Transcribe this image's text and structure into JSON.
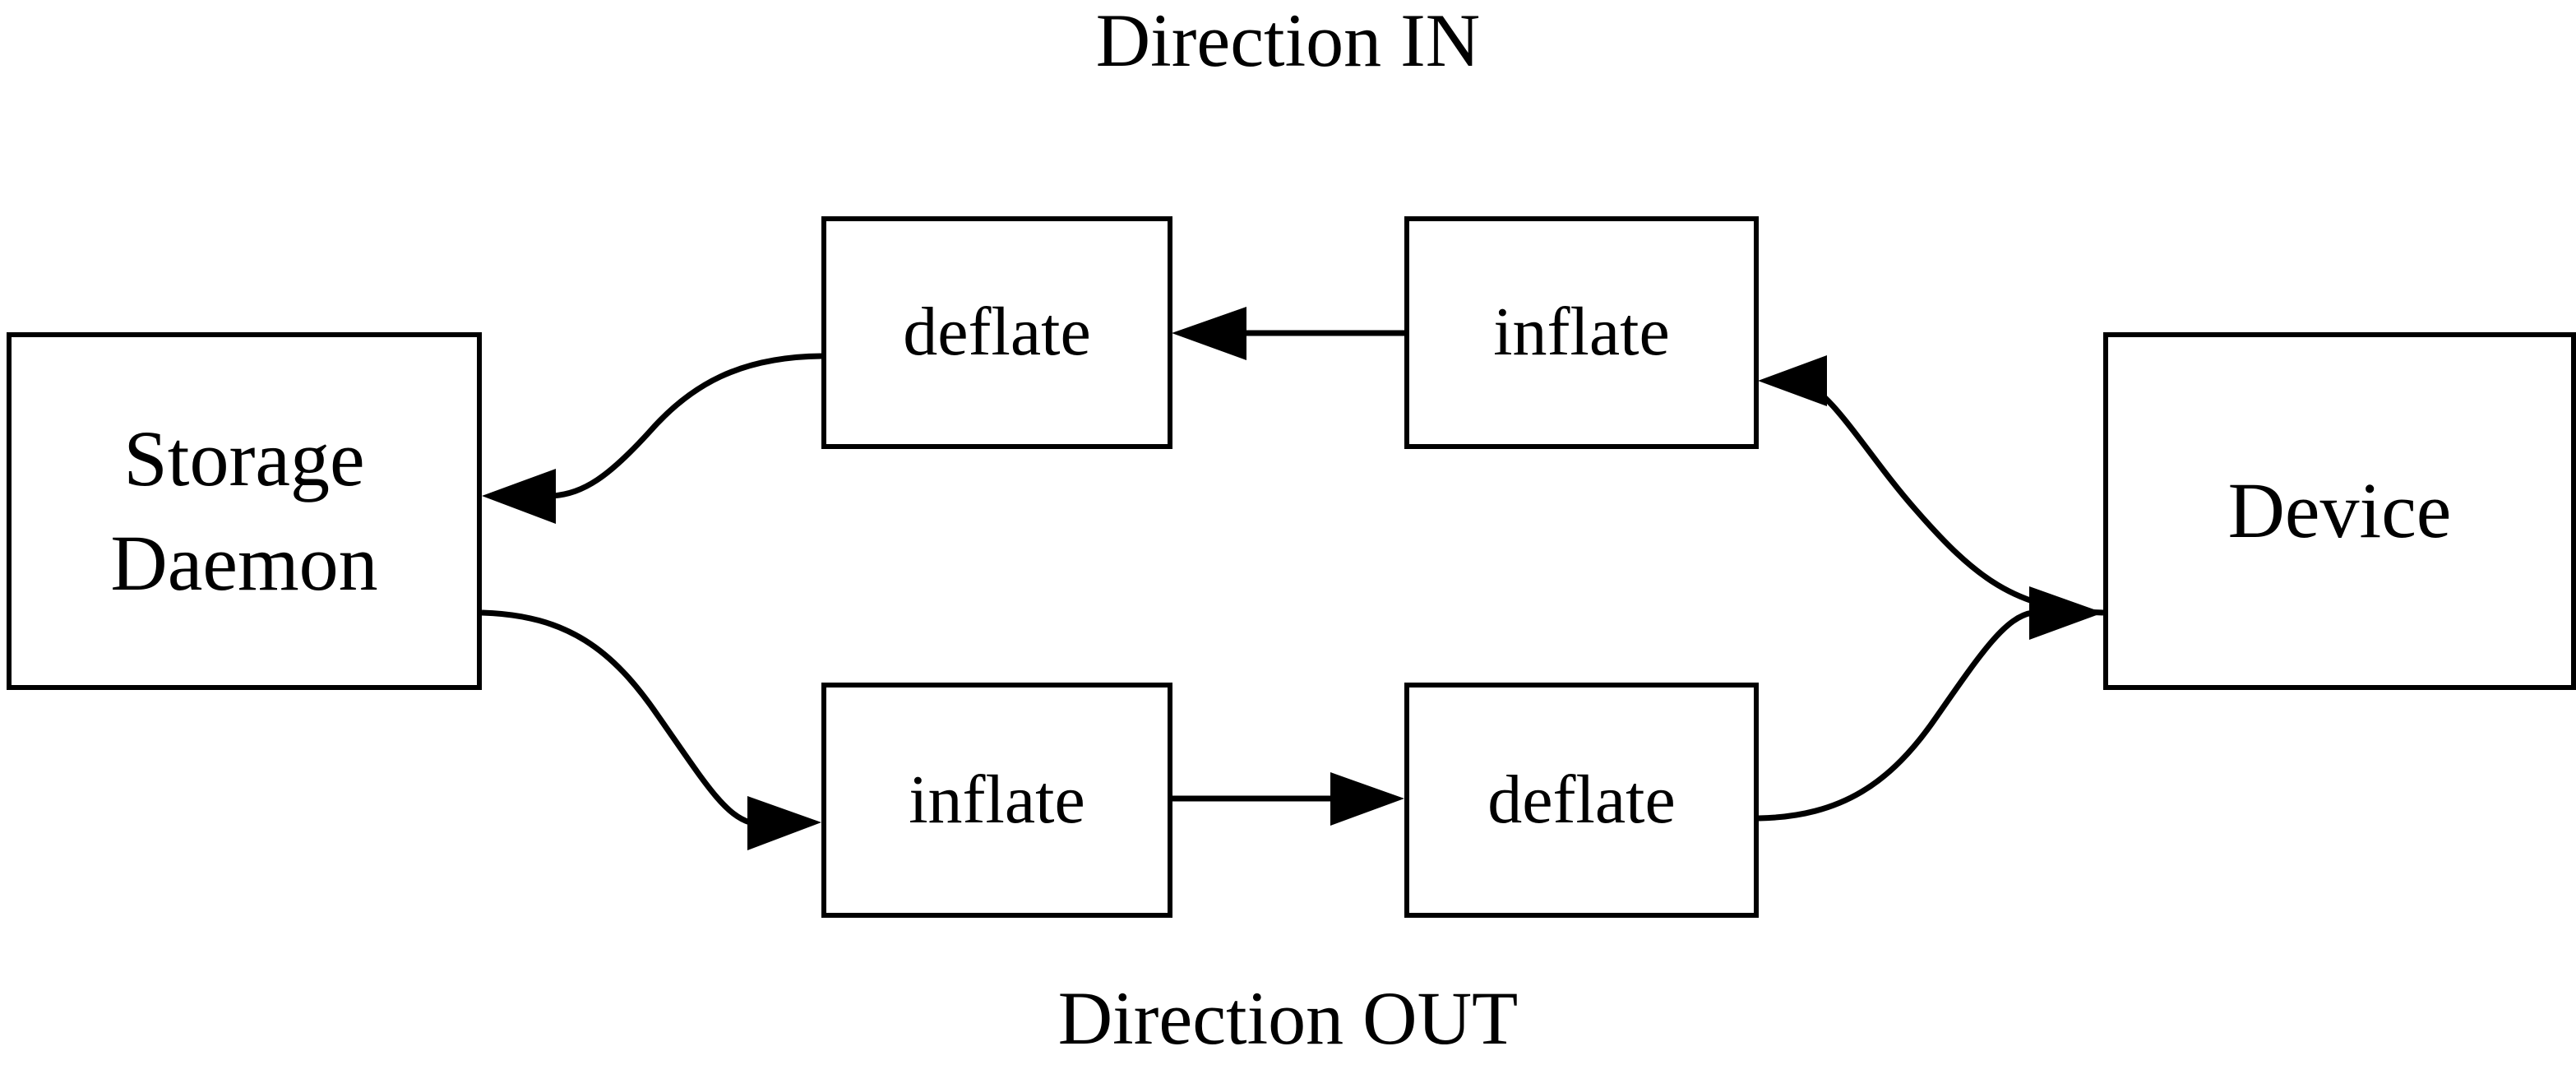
{
  "diagram": {
    "captions": {
      "top": "Direction IN",
      "bottom": "Direction OUT"
    },
    "nodes": {
      "storage_daemon": {
        "line_1": "Storage",
        "line_2": "Daemon"
      },
      "device": {
        "label": "Device"
      },
      "deflate_in": {
        "label": "deflate"
      },
      "inflate_in": {
        "label": "inflate"
      },
      "inflate_out": {
        "label": "inflate"
      },
      "deflate_out": {
        "label": "deflate"
      }
    },
    "edges": [
      {
        "name": "device-to-inflate-in",
        "from": "Device",
        "to": "inflate",
        "row": "IN",
        "style": "curved",
        "arrow": "left"
      },
      {
        "name": "inflate-in-to-deflate-in",
        "from": "inflate",
        "to": "deflate",
        "row": "IN",
        "style": "straight",
        "arrow": "left"
      },
      {
        "name": "deflate-in-to-storage-daemon",
        "from": "deflate",
        "to": "Storage Daemon",
        "row": "IN",
        "style": "curved",
        "arrow": "left"
      },
      {
        "name": "storage-daemon-to-inflate-out",
        "from": "Storage Daemon",
        "to": "inflate",
        "row": "OUT",
        "style": "curved",
        "arrow": "right"
      },
      {
        "name": "inflate-out-to-deflate-out",
        "from": "inflate",
        "to": "deflate",
        "row": "OUT",
        "style": "straight",
        "arrow": "right"
      },
      {
        "name": "deflate-out-to-device",
        "from": "deflate",
        "to": "Device",
        "row": "OUT",
        "style": "curved",
        "arrow": "right"
      }
    ],
    "colors": {
      "stroke": "#000000",
      "background": "#ffffff"
    }
  }
}
